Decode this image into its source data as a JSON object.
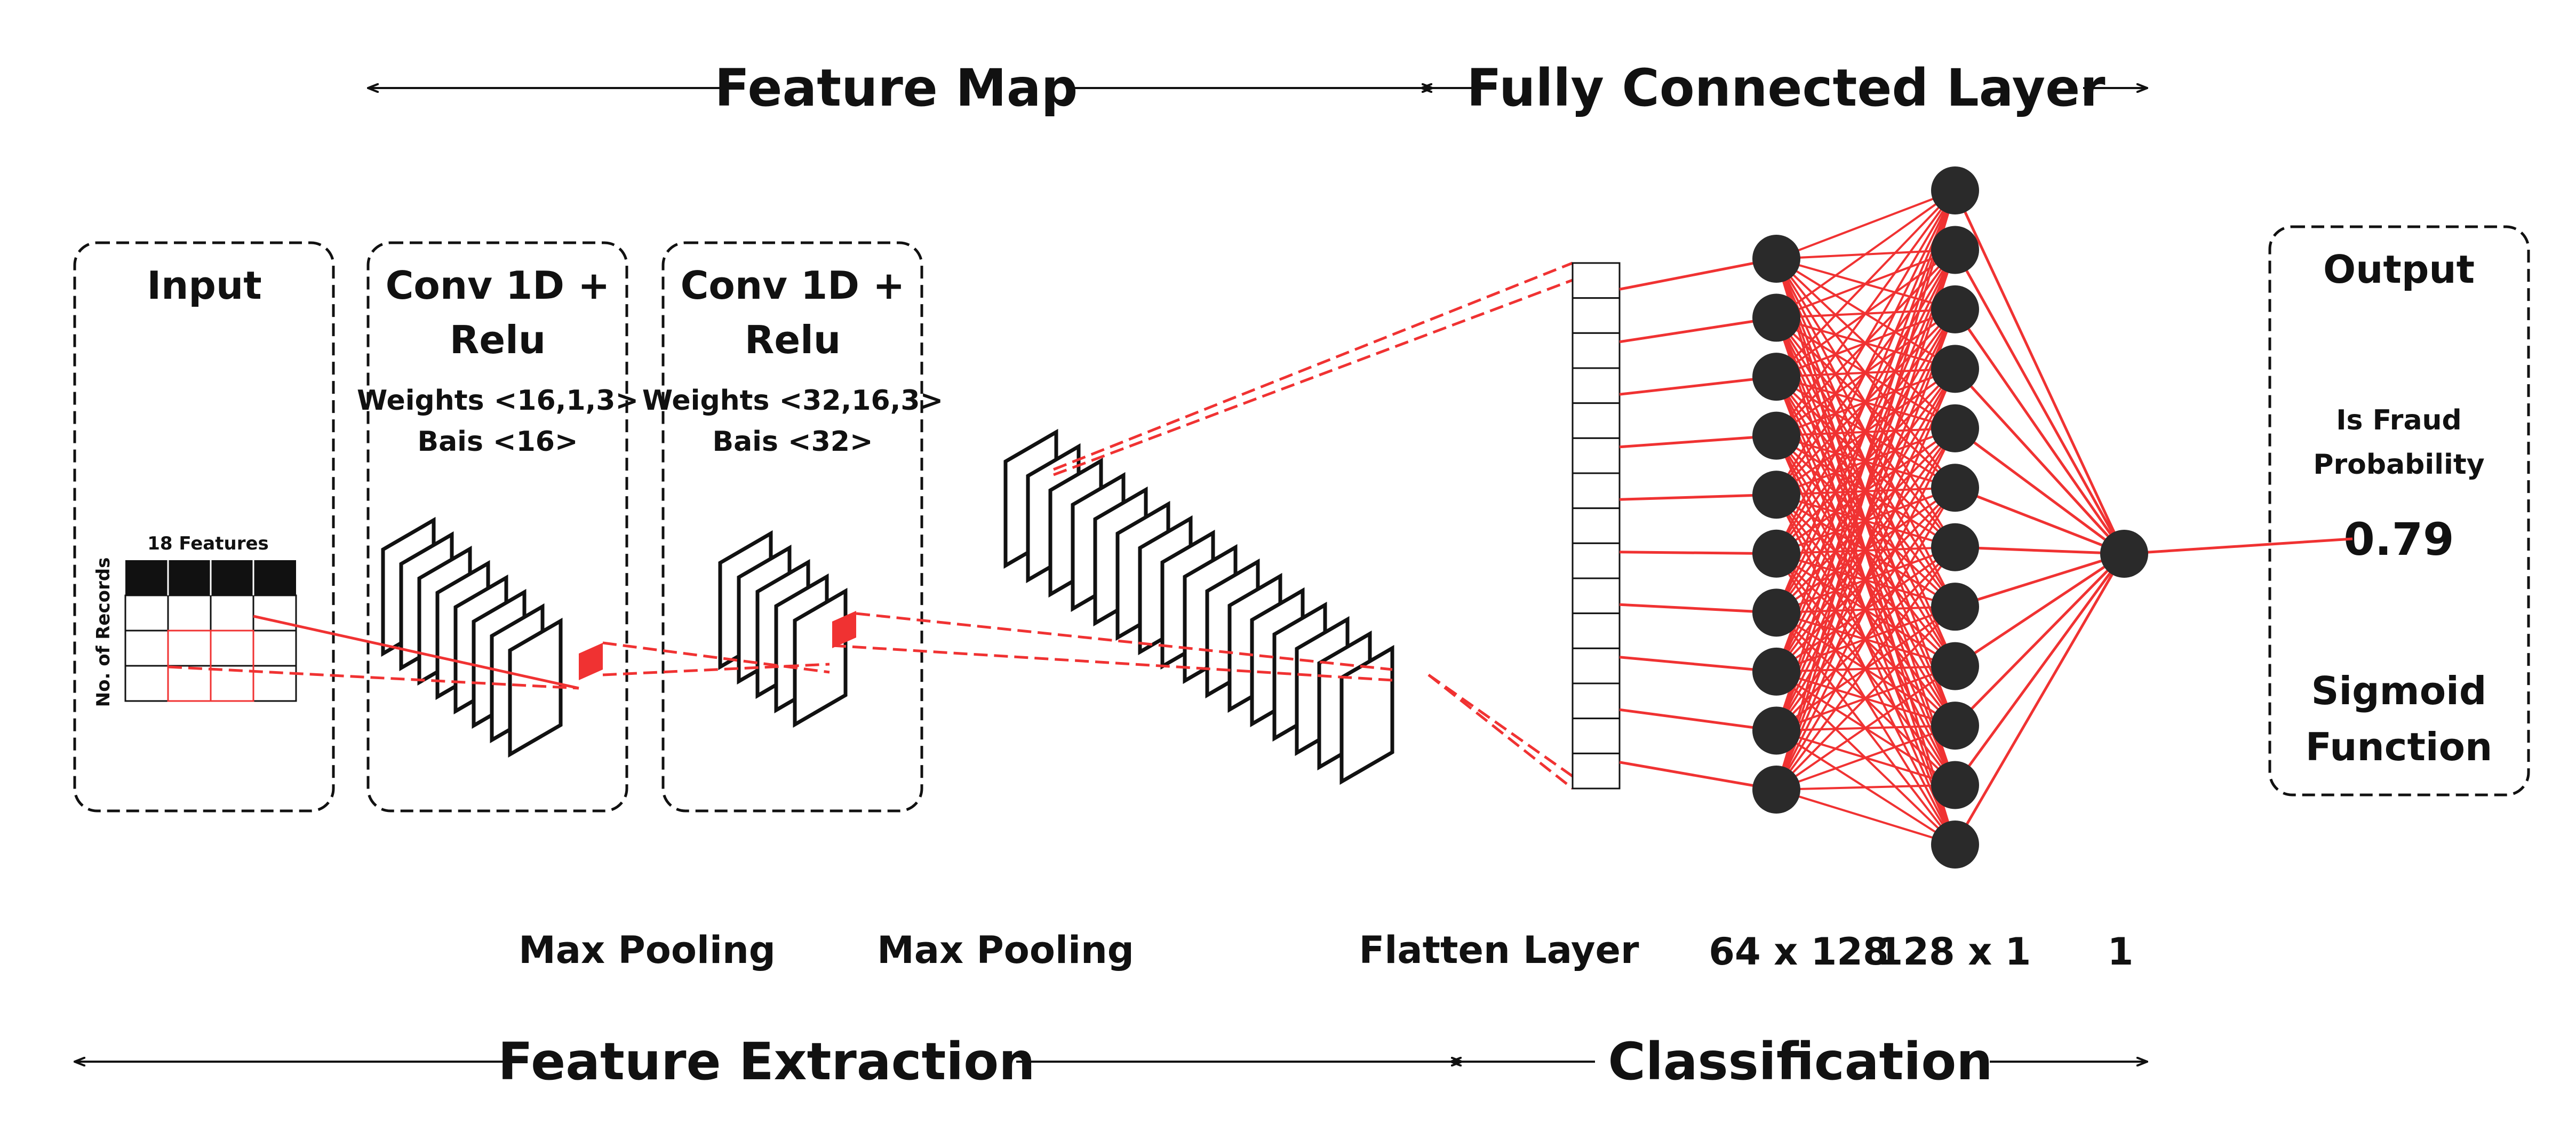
{
  "headers": {
    "feature_map": "Feature Map",
    "fully_connected": "Fully Connected Layer",
    "feature_extraction": "Feature Extraction",
    "classification": "Classification"
  },
  "boxes": {
    "input": {
      "title": "Input",
      "table_header": "18 Features",
      "row_axis": "No. of Records"
    },
    "conv1": {
      "title_line1": "Conv 1D +",
      "title_line2": "Relu",
      "weights": "Weights <16,1,3>",
      "bias": "Bais <16>"
    },
    "conv2": {
      "title_line1": "Conv 1D +",
      "title_line2": "Relu",
      "weights": "Weights <32,16,3>",
      "bias": "Bais <32>"
    },
    "output": {
      "title": "Output",
      "prob_line1": "Is Fraud",
      "prob_line2": "Probability",
      "value": "0.79",
      "func_line1": "Sigmoid",
      "func_line2": "Function"
    }
  },
  "bottom_labels": {
    "pool1": "Max Pooling",
    "pool2": "Max Pooling",
    "flatten": "Flatten Layer",
    "dense1": "64 x 128",
    "dense2": "128 x 1",
    "out": "1"
  },
  "colors": {
    "line": "#111111",
    "connection": "#f03232",
    "node": "#2a2a2a"
  },
  "network": {
    "flatten_cells": 15,
    "layer1_nodes": 10,
    "layer2_nodes": 12,
    "output_nodes": 1
  }
}
